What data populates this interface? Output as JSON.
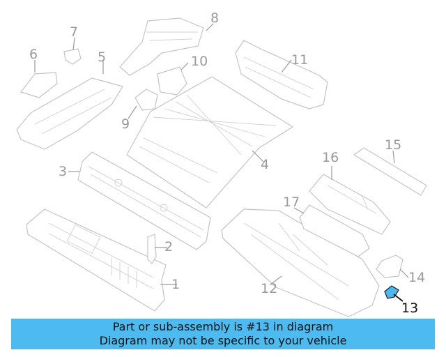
{
  "diagram": {
    "callouts": [
      "1",
      "2",
      "3",
      "4",
      "5",
      "6",
      "7",
      "8",
      "9",
      "10",
      "11",
      "12",
      "13",
      "14",
      "15",
      "16",
      "17"
    ],
    "highlighted_callout": "13",
    "highlight_color": "#4db8f0"
  },
  "banner": {
    "line1": "Part or sub-assembly is #13 in diagram",
    "line2": "Diagram may not be specific to your vehicle",
    "background": "#4dbbf0"
  }
}
